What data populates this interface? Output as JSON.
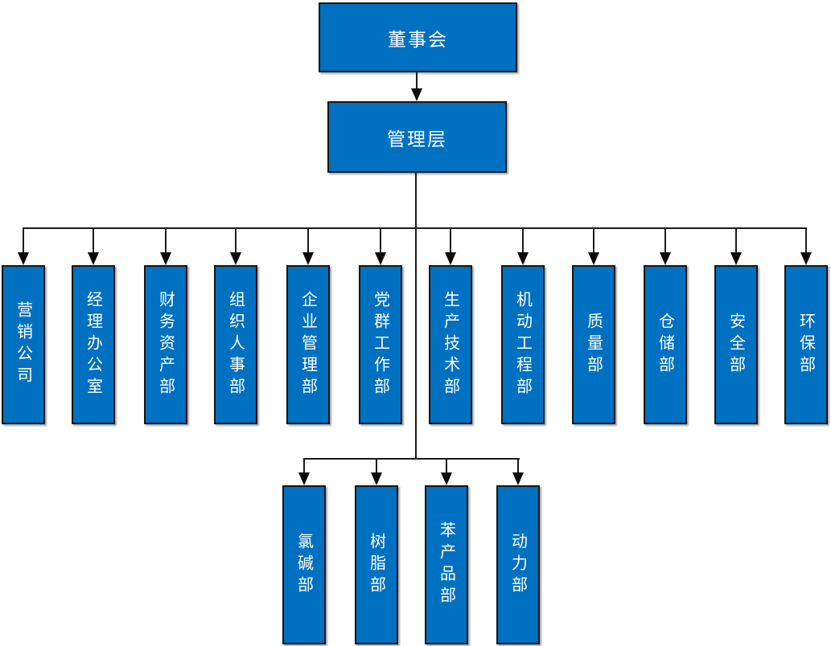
{
  "colors": {
    "box_fill": "#0070C0",
    "box_border": "#151515",
    "box_text": "#FFFFFF",
    "connector_line": "#1B1B1B",
    "arrowhead": "#0A0A0A",
    "background": "#FFFFFF"
  },
  "org_chart": {
    "nodes": {
      "board": "董事会",
      "management": "管理层",
      "departments": [
        "营销公司",
        "经理办公室",
        "财务资产部",
        "组织人事部",
        "企业管理部",
        "党群工作部",
        "生产技术部",
        "机动工程部",
        "质量部",
        "仓储部",
        "安全部",
        "环保部"
      ],
      "production_departments": [
        "氯碱部",
        "树脂部",
        "苯产品部",
        "动力部"
      ]
    },
    "edges": [
      {
        "from": "董事会",
        "to": "管理层"
      },
      {
        "from": "管理层",
        "to": "营销公司 … 环保部 (12 departments)"
      },
      {
        "from": "管理层",
        "to": "氯碱部 … 动力部 (4 production departments)"
      }
    ]
  }
}
